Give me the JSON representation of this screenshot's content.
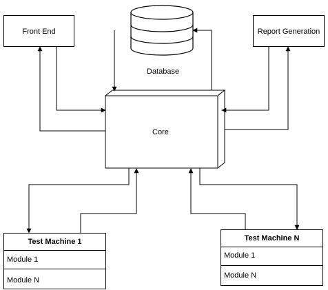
{
  "nodes": {
    "front_end": {
      "label": "Front End"
    },
    "report_generation": {
      "label": "Report Generation"
    },
    "database": {
      "label": "Database"
    },
    "core": {
      "label": "Core"
    },
    "test_machine_1": {
      "title": "Test Machine 1",
      "modules": [
        "Module 1",
        "Module N"
      ]
    },
    "test_machine_n": {
      "title": "Test Machine N",
      "modules": [
        "Module 1",
        "Module N"
      ]
    }
  }
}
